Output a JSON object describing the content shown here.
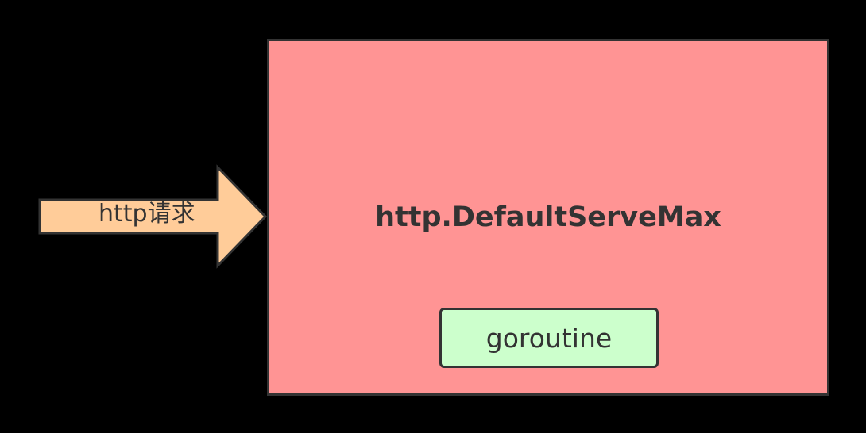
{
  "request_arrow": {
    "label": "http请求",
    "fill_color": "#ffcc99"
  },
  "server": {
    "title": "http.DefaultServeMax",
    "fill_color": "#ff9494"
  },
  "goroutine": {
    "label": "goroutine",
    "fill_color": "#ccffcc"
  }
}
